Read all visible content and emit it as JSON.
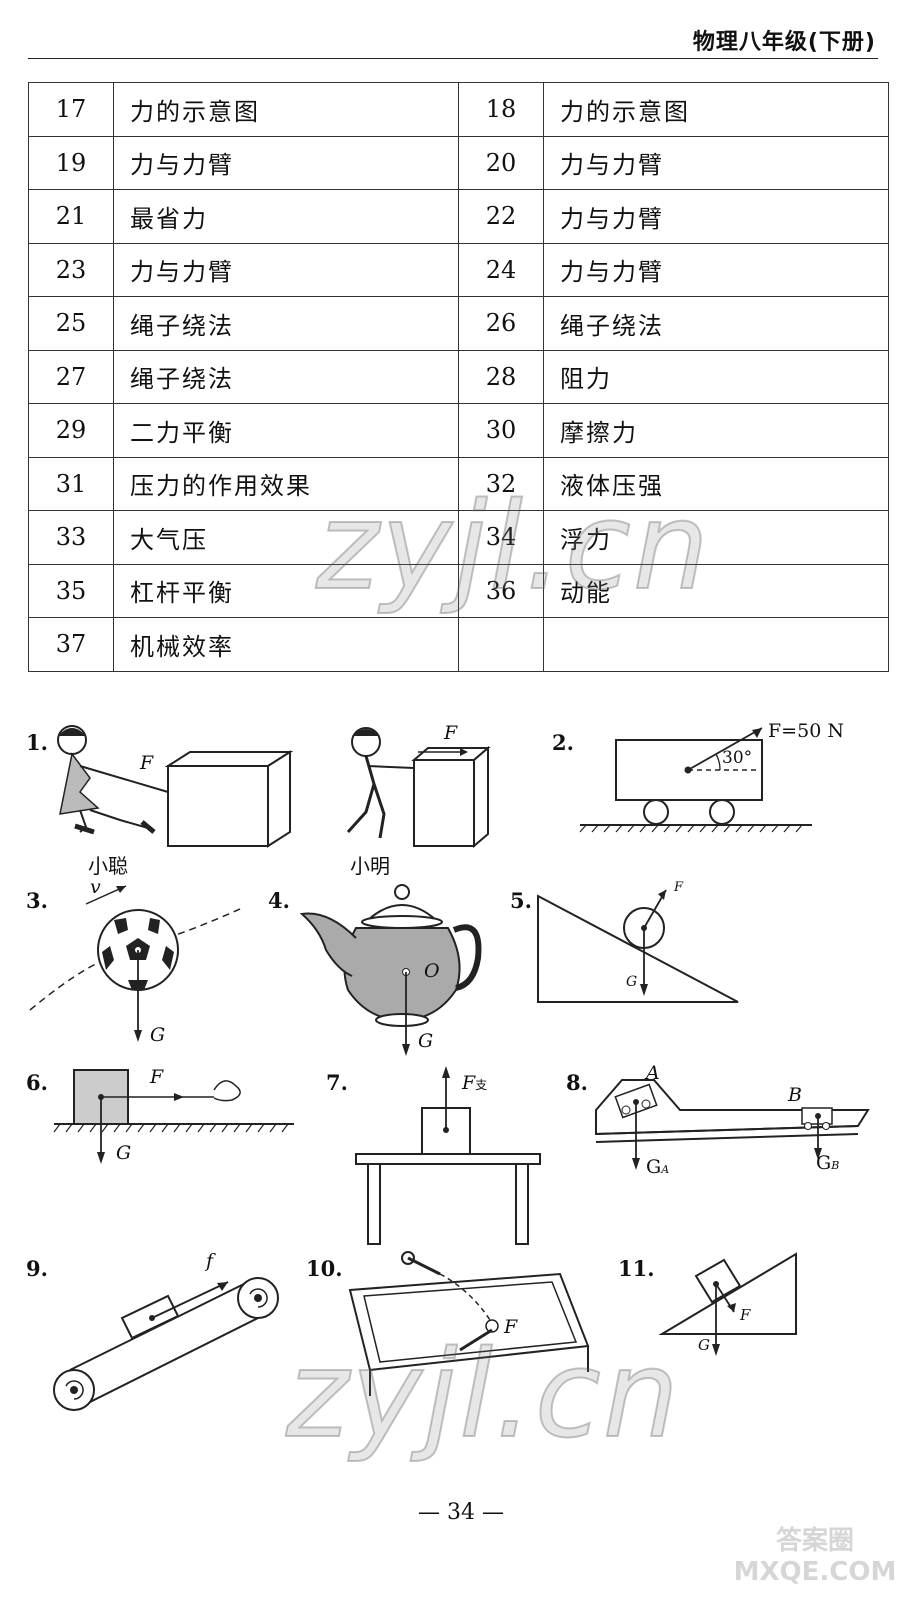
{
  "header": {
    "title": "物理八年级(下册)"
  },
  "table": {
    "rows": [
      [
        {
          "num": "17",
          "text": "力的示意图"
        },
        {
          "num": "18",
          "text": "力的示意图"
        }
      ],
      [
        {
          "num": "19",
          "text": "力与力臂"
        },
        {
          "num": "20",
          "text": "力与力臂"
        }
      ],
      [
        {
          "num": "21",
          "text": "最省力"
        },
        {
          "num": "22",
          "text": "力与力臂"
        }
      ],
      [
        {
          "num": "23",
          "text": "力与力臂"
        },
        {
          "num": "24",
          "text": "力与力臂"
        }
      ],
      [
        {
          "num": "25",
          "text": "绳子绕法"
        },
        {
          "num": "26",
          "text": "绳子绕法"
        }
      ],
      [
        {
          "num": "27",
          "text": "绳子绕法"
        },
        {
          "num": "28",
          "text": "阻力"
        }
      ],
      [
        {
          "num": "29",
          "text": "二力平衡"
        },
        {
          "num": "30",
          "text": "摩擦力"
        }
      ],
      [
        {
          "num": "31",
          "text": "压力的作用效果"
        },
        {
          "num": "32",
          "text": "液体压强"
        }
      ],
      [
        {
          "num": "33",
          "text": "大气压"
        },
        {
          "num": "34",
          "text": "浮力"
        }
      ],
      [
        {
          "num": "35",
          "text": "杠杆平衡"
        },
        {
          "num": "36",
          "text": "动能"
        }
      ],
      [
        {
          "num": "37",
          "text": "机械效率"
        },
        {
          "num": "",
          "text": ""
        }
      ]
    ]
  },
  "figures": {
    "f1": {
      "num": "1.",
      "label_f": "F",
      "caption_left": "小聪",
      "caption_right": "小明",
      "label_f2": "F"
    },
    "f2": {
      "num": "2.",
      "label_force": "F=50 N",
      "label_angle": "30°"
    },
    "f3": {
      "num": "3.",
      "label_v": "v",
      "label_g": "G"
    },
    "f4": {
      "num": "4.",
      "label_o": "O",
      "label_g": "G"
    },
    "f5": {
      "num": "5.",
      "label_f": "F",
      "label_g": "G"
    },
    "f6": {
      "num": "6.",
      "label_f": "F",
      "label_g": "G"
    },
    "f7": {
      "num": "7.",
      "label_f": "F",
      "label_sub": "支"
    },
    "f8": {
      "num": "8.",
      "label_a": "A",
      "label_b": "B",
      "label_ga": "G",
      "sub_a": "A",
      "label_gb": "G",
      "sub_b": "B"
    },
    "f9": {
      "num": "9.",
      "label_f": "f"
    },
    "f10": {
      "num": "10.",
      "label_f": "F"
    },
    "f11": {
      "num": "11.",
      "label_f": "F",
      "label_g": "G"
    }
  },
  "page_number": "— 34 —",
  "watermarks": {
    "main": "zyjl.cn",
    "corner": "答案圈 MXQE.COM"
  }
}
